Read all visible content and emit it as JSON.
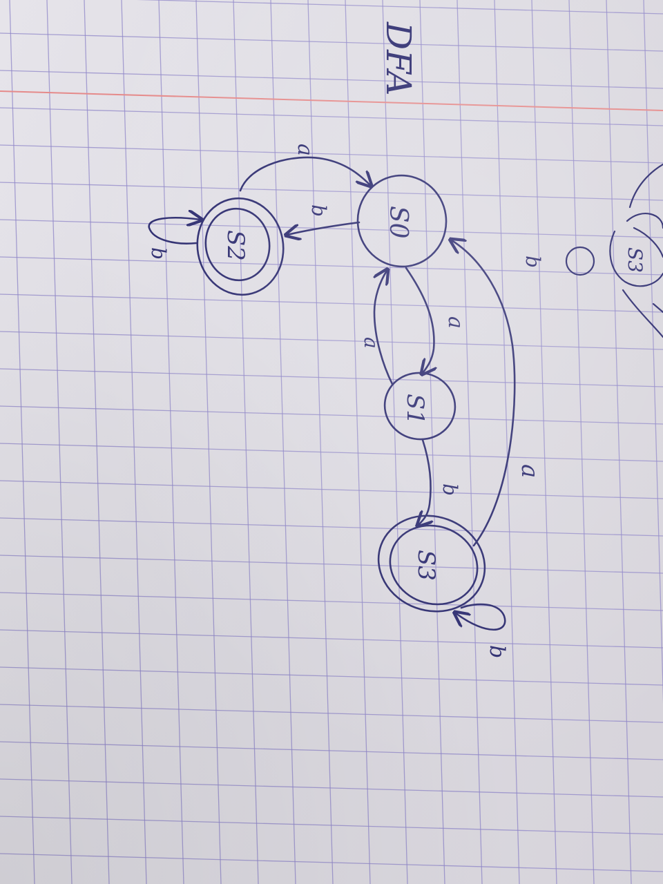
{
  "title": "DFA",
  "states": [
    {
      "id": "s0",
      "label": "S0",
      "accepting": false
    },
    {
      "id": "s1",
      "label": "S1",
      "accepting": false
    },
    {
      "id": "s2",
      "label": "S2",
      "accepting": true
    },
    {
      "id": "s3",
      "label": "S3",
      "accepting": true
    }
  ],
  "transitions": [
    {
      "id": "s2-s0",
      "from": "S2",
      "to": "S0",
      "symbol": "a"
    },
    {
      "id": "s0-s2",
      "from": "S0",
      "to": "S2",
      "symbol": "b"
    },
    {
      "id": "s2-s2",
      "from": "S2",
      "to": "S2",
      "symbol": "b"
    },
    {
      "id": "s0-s1",
      "from": "S0",
      "to": "S1",
      "symbol": "a"
    },
    {
      "id": "s1-s0",
      "from": "S1",
      "to": "S0",
      "symbol": "a"
    },
    {
      "id": "s1-s3",
      "from": "S1",
      "to": "S3",
      "symbol": "b"
    },
    {
      "id": "s3-s0",
      "from": "S3",
      "to": "S0",
      "symbol": "a"
    },
    {
      "id": "s3-s3",
      "from": "S3",
      "to": "S3",
      "symbol": "b"
    }
  ],
  "partial_state": {
    "label": "S3",
    "edge_symbol": "b"
  },
  "colors": {
    "ink": "#2b2a6e",
    "grid": "#8f86c8",
    "margin": "#e58a8a",
    "paper": "#e3e1e7"
  }
}
